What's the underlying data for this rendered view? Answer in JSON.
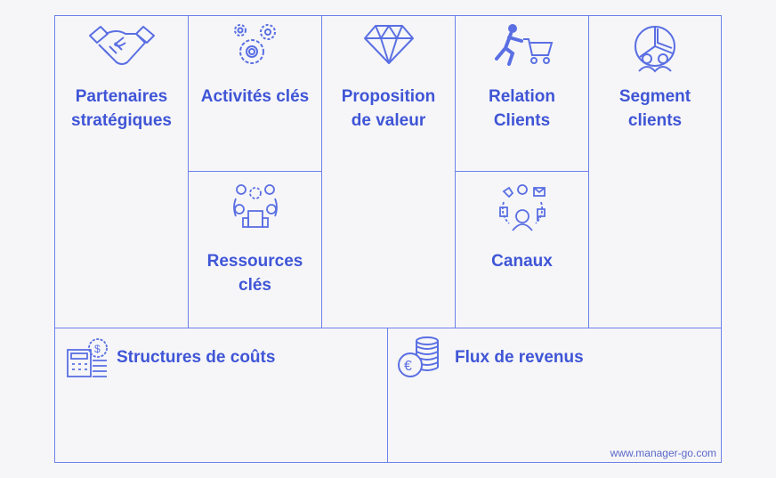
{
  "canvas": {
    "partners": {
      "title_line1": "Partenaires",
      "title_line2": "stratégiques",
      "icon": "handshake-icon"
    },
    "activities": {
      "title": "Activités clés",
      "icon": "gears-icon"
    },
    "resources": {
      "title_line1": "Ressources",
      "title_line2": "clés",
      "icon": "resources-icon"
    },
    "value": {
      "title_line1": "Proposition",
      "title_line2": "de valeur",
      "icon": "diamond-icon"
    },
    "relations": {
      "title_line1": "Relation",
      "title_line2": "Clients",
      "icon": "shopping-cart-runner-icon"
    },
    "channels": {
      "title": "Canaux",
      "icon": "communication-channels-icon"
    },
    "segments": {
      "title_line1": "Segment",
      "title_line2": "clients",
      "icon": "pie-chart-people-icon"
    },
    "costs": {
      "title": "Structures de coûts",
      "icon": "calculator-coin-icon"
    },
    "revenue": {
      "title": "Flux de revenus",
      "icon": "euro-coins-icon"
    }
  },
  "footer": {
    "website": "www.manager-go.com"
  },
  "colors": {
    "border": "#6d80ea",
    "text": "#3f55d6",
    "background": "#f6f6f8"
  }
}
